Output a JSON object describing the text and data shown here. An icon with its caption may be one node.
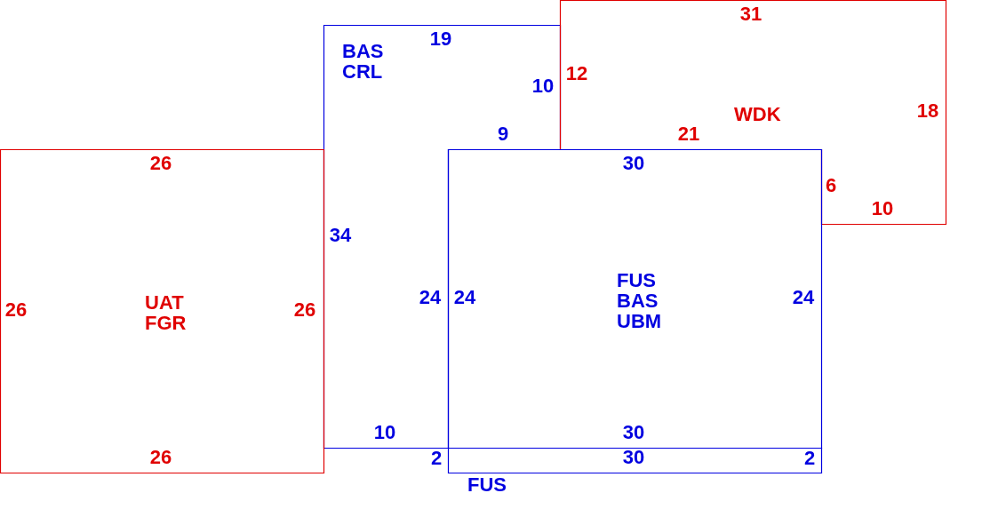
{
  "diagram": {
    "nodes": [
      {
        "text": [
          "BAS CRL"
        ]
      },
      {
        "text": [
          "WDK"
        ]
      },
      {
        "text": [
          "UAT FGR"
        ]
      },
      {
        "text": [
          "FUS BAS UBM"
        ]
      },
      {
        "text": [
          "FUS"
        ]
      }
    ],
    "labels": [
      "31",
      "19",
      "12",
      "10",
      "18",
      "9",
      "21",
      "26",
      "30",
      "6",
      "10",
      "34",
      "24",
      "24",
      "24",
      "26",
      "26",
      "10",
      "30",
      "26",
      "2",
      "30",
      "2"
    ]
  }
}
